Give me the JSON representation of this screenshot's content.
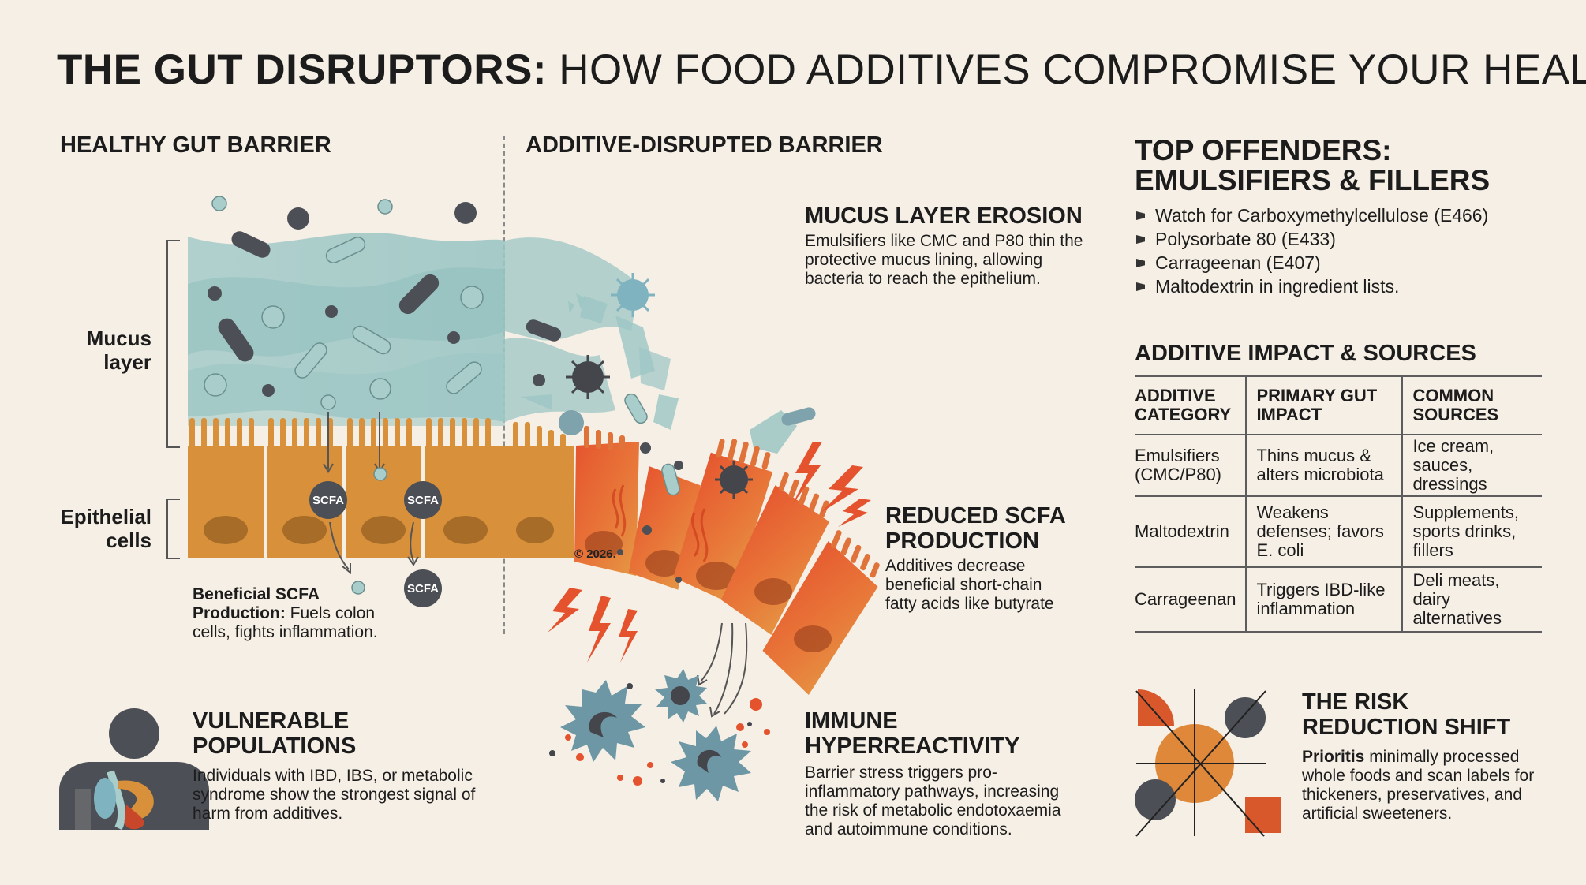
{
  "title": {
    "bold": "THE GUT DISRUPTORS:",
    "rest": "HOW FOOD ADDITIVES COMPROMISE YOUR HEALTH"
  },
  "healthy": {
    "heading": "HEALTHY GUT BARRIER",
    "mucus_label": "Mucus layer",
    "epithelial_label": "Epithelial cells",
    "scfa_badge": "SCFA",
    "note_bold": "Beneficial SCFA Production:",
    "note_rest": "Fuels colon cells, fights inflammation."
  },
  "disrupted": {
    "heading": "ADDITIVE-DISRUPTED BARRIER",
    "copyright": "© 2026."
  },
  "mucus_erosion": {
    "heading": "MUCUS LAYER EROSION",
    "text": "Emulsifiers like CMC and P80 thin the protective mucus lining, allowing bacteria to reach the epithelium."
  },
  "reduced_scfa": {
    "heading": "REDUCED SCFA PRODUCTION",
    "text": "Additives decrease beneficial short-chain fatty acids like butyrate"
  },
  "immune": {
    "heading": "IMMUNE HYPERREACTIVITY",
    "text": "Barrier stress triggers pro-inflammatory pathways, increasing the risk of metabolic endotoxaemia and autoimmune conditions."
  },
  "vulnerable": {
    "heading": "VULNERABLE POPULATIONS",
    "text": "Individuals with IBD, IBS, or metabolic syndrome show the strongest signal of harm from additives."
  },
  "offenders": {
    "heading": "TOP OFFENDERS: EMULSIFIERS & FILLERS",
    "items": [
      "Watch for Carboxymethylcellulose (E466)",
      "Polysorbate 80 (E433)",
      "Carrageenan (E407)",
      "Maltodextrin in ingredient lists."
    ]
  },
  "impact_table": {
    "heading": "ADDITIVE IMPACT & SOURCES",
    "columns": [
      "ADDITIVE CATEGORY",
      "PRIMARY GUT IMPACT",
      "COMMON SOURCES"
    ],
    "rows": [
      [
        "Emulsifiers (CMC/P80)",
        "Thins mucus & alters microbiota",
        "Ice cream, sauces, dressings"
      ],
      [
        "Maltodextrin",
        "Weakens defenses; favors E. coli",
        "Supplements, sports drinks, fillers"
      ],
      [
        "Carrageenan",
        "Triggers IBD-like inflammation",
        "Deli meats, dairy alternatives"
      ]
    ]
  },
  "risk": {
    "heading": "THE RISK REDUCTION SHIFT",
    "text_bold": "Prioritis",
    "text_rest": " minimally processed whole foods and scan labels for thickeners, preservatives, and artificial sweeteners."
  },
  "colors": {
    "mucus": "#a9cdcb",
    "cell": "#d8903a",
    "inflamed": "#e4532e",
    "microbe": "#4c4f56",
    "accent": "#d9582b"
  }
}
